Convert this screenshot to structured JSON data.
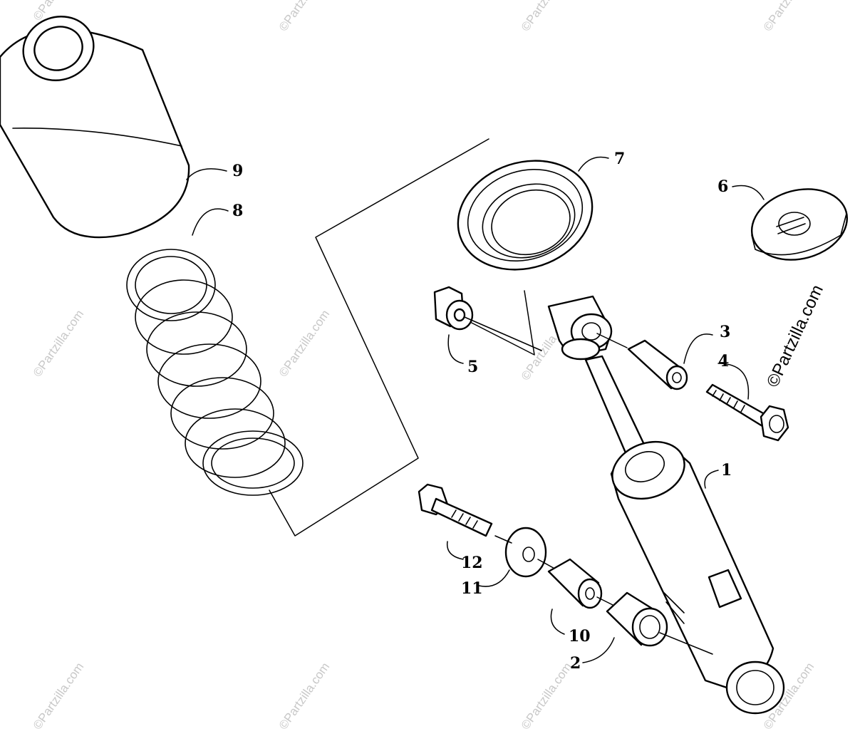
{
  "watermark": "©Partzilla.com",
  "brand": "©Partzilla.com",
  "callouts": {
    "p1": "1",
    "p2": "2",
    "p3": "3",
    "p4": "4",
    "p5": "5",
    "p6": "6",
    "p7": "7",
    "p8": "8",
    "p9": "9",
    "p10": "10",
    "p11": "11",
    "p12": "12"
  }
}
